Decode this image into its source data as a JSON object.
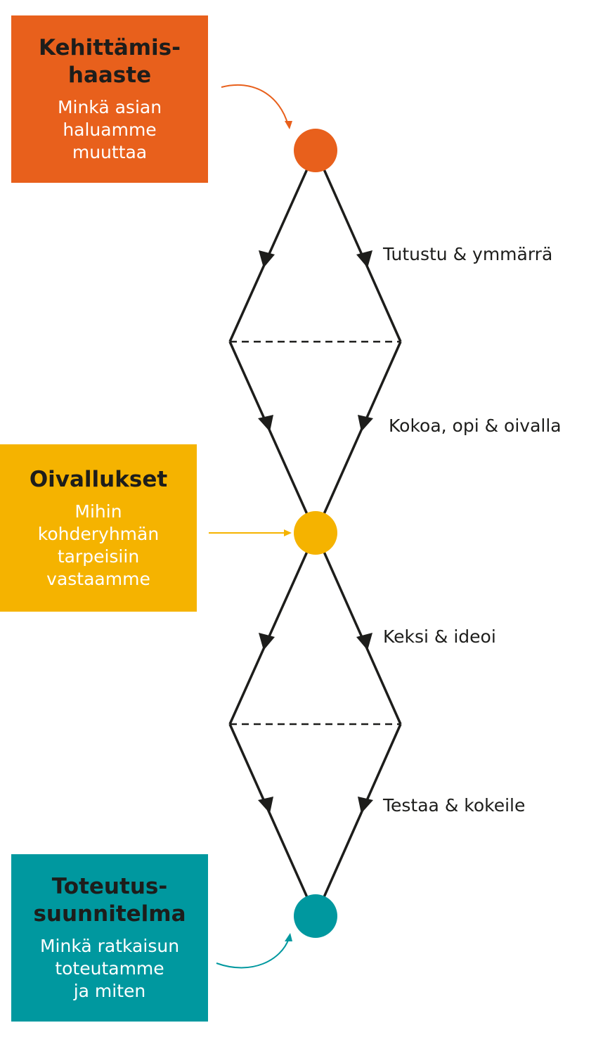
{
  "colors": {
    "challenge": "#e8601c",
    "insights": "#f5b300",
    "plan": "#00989f",
    "line": "#1d1d1b"
  },
  "boxes": {
    "challenge": {
      "title": "Kehittämis-\nhaaste",
      "desc": "Minkä asian\nhaluamme\nmuuttaa"
    },
    "insights": {
      "title": "Oivallukset",
      "desc": "Mihin\nkohderyhmän\ntarpeisiin\nvastaamme"
    },
    "plan": {
      "title": "Toteutus-\nsuunnitelma",
      "desc": "Minkä ratkaisun\ntoteutamme\nja miten"
    }
  },
  "stages": [
    "Tutustu & ymmärrä",
    "Kokoa, opi & oivalla",
    "Keksi & ideoi",
    "Testaa & kokeile"
  ]
}
